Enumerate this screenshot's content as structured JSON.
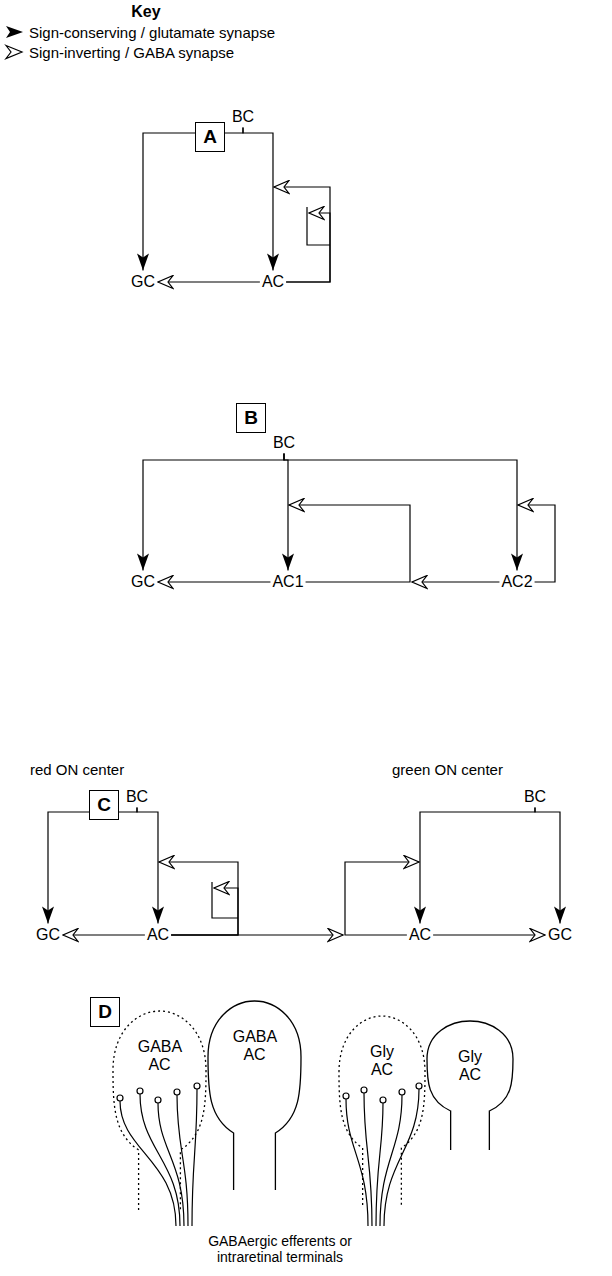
{
  "diagram": {
    "title": "Key",
    "nodes": [
      {
        "text": [
          "A"
        ]
      },
      {
        "text": [
          "BC"
        ]
      },
      {
        "text": [
          "GC"
        ]
      },
      {
        "text": [
          "AC"
        ]
      },
      {
        "text": [
          "B"
        ]
      },
      {
        "text": [
          "BC"
        ]
      },
      {
        "text": [
          "GC"
        ]
      },
      {
        "text": [
          "AC1"
        ]
      },
      {
        "text": [
          "AC2"
        ]
      },
      {
        "text": [
          "C"
        ]
      },
      {
        "text": [
          "BC"
        ]
      },
      {
        "text": [
          "GC"
        ]
      },
      {
        "text": [
          "AC"
        ]
      },
      {
        "text": [
          "BC"
        ]
      },
      {
        "text": [
          "AC"
        ]
      },
      {
        "text": [
          "GC"
        ]
      },
      {
        "text": [
          "D"
        ]
      },
      {
        "text": [
          "GABA AC"
        ]
      },
      {
        "text": [
          "GABA AC"
        ]
      },
      {
        "text": [
          "Gly AC"
        ]
      },
      {
        "text": [
          "Gly AC"
        ]
      }
    ],
    "edges": [
      {
        "from": 1,
        "to": 2,
        "arrow": "to"
      },
      {
        "from": 1,
        "to": 3,
        "arrow": "to"
      },
      {
        "from": 3,
        "to": 2,
        "arrow": "to"
      },
      {
        "from": 3,
        "to": 1,
        "arrow": "to"
      },
      {
        "from": 3,
        "to": 3,
        "arrow": "to"
      },
      {
        "from": 5,
        "to": 6,
        "arrow": "to"
      },
      {
        "from": 5,
        "to": 7,
        "arrow": "to"
      },
      {
        "from": 5,
        "to": 8,
        "arrow": "to"
      },
      {
        "from": 7,
        "to": 6,
        "arrow": "to"
      },
      {
        "from": 7,
        "to": 5,
        "arrow": "to"
      },
      {
        "from": 8,
        "to": 7,
        "arrow": "to"
      },
      {
        "from": 8,
        "to": 5,
        "arrow": "to"
      },
      {
        "from": 10,
        "to": 11,
        "arrow": "to"
      },
      {
        "from": 10,
        "to": 12,
        "arrow": "to"
      },
      {
        "from": 12,
        "to": 11,
        "arrow": "to"
      },
      {
        "from": 12,
        "to": 10,
        "arrow": "to"
      },
      {
        "from": 12,
        "to": 12,
        "arrow": "to"
      },
      {
        "from": 12,
        "to": 14,
        "arrow": "to"
      },
      {
        "from": 13,
        "to": 14,
        "arrow": "to"
      },
      {
        "from": 13,
        "to": 15,
        "arrow": "to"
      },
      {
        "from": 14,
        "to": 15,
        "arrow": "to"
      },
      {
        "from": 14,
        "to": 13,
        "arrow": "to"
      }
    ],
    "labels": [
      "red ON center",
      "green ON center",
      "GABAergic efferents or intraretinal terminals"
    ],
    "legend": [
      {
        "text": "Sign-conserving / glutamate synapse"
      },
      {
        "text": "Sign-inverting / GABA synapse"
      }
    ]
  }
}
